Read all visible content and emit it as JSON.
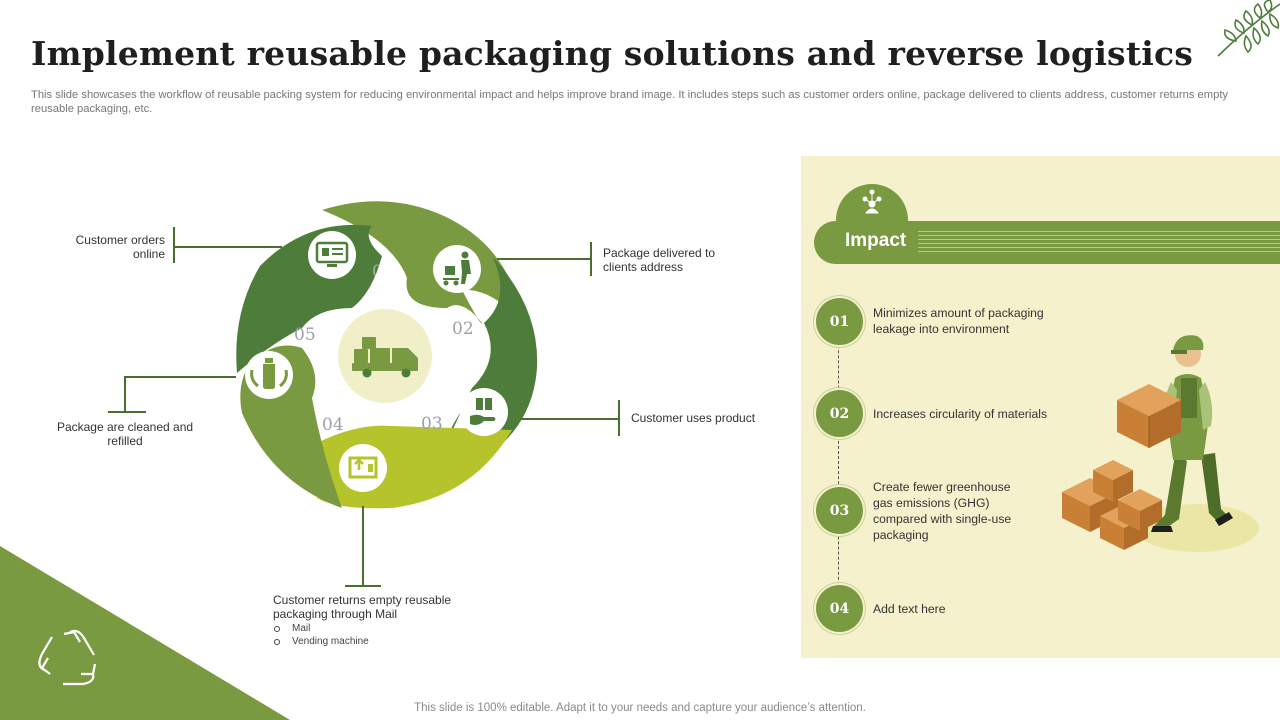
{
  "header": {
    "title": "Implement reusable packaging solutions and reverse logistics",
    "subtitle": "This slide showcases the workflow of reusable packing system for reducing environmental impact and helps improve brand image. It includes steps such as customer orders online, package delivered to clients address, customer returns empty reusable packaging, etc."
  },
  "cycle": {
    "steps": [
      {
        "number": "01",
        "label": "Customer orders online",
        "icon": "computer-order-icon"
      },
      {
        "number": "02",
        "label": "Package delivered to clients address",
        "icon": "delivery-person-trolley-icon"
      },
      {
        "number": "03",
        "label": "Customer uses product",
        "icon": "hand-gift-icon"
      },
      {
        "number": "04",
        "label": "Customer returns empty reusable packaging through Mail",
        "icon": "return-box-icon",
        "sub_items": [
          "Mail",
          "Vending machine"
        ]
      },
      {
        "number": "05",
        "label": "Package are cleaned and refilled",
        "icon": "bottle-recycle-icon"
      }
    ],
    "center_icon": "delivery-truck-icon",
    "colors": {
      "dark": "#4e7d3b",
      "medium": "#7a9a41",
      "lime": "#b5c42a",
      "center": "#f1efc8"
    }
  },
  "impact": {
    "title": "Impact",
    "icon": "network-people-icon",
    "items": [
      {
        "number": "01",
        "text": "Minimizes amount of packaging leakage into environment"
      },
      {
        "number": "02",
        "text": "Increases circularity of materials"
      },
      {
        "number": "03",
        "text": "Create fewer greenhouse gas emissions (GHG) compared with single-use packaging"
      },
      {
        "number": "04",
        "text": "Add text here"
      }
    ],
    "colors": {
      "panel": "#f5f1cc",
      "accent": "#7a9a41"
    }
  },
  "decor": {
    "corner_icon": "recycle-icon",
    "leaf_icon": "leaf-icon"
  },
  "footer": {
    "text": "This slide is 100% editable. Adapt it to your needs and capture your audience’s attention."
  }
}
